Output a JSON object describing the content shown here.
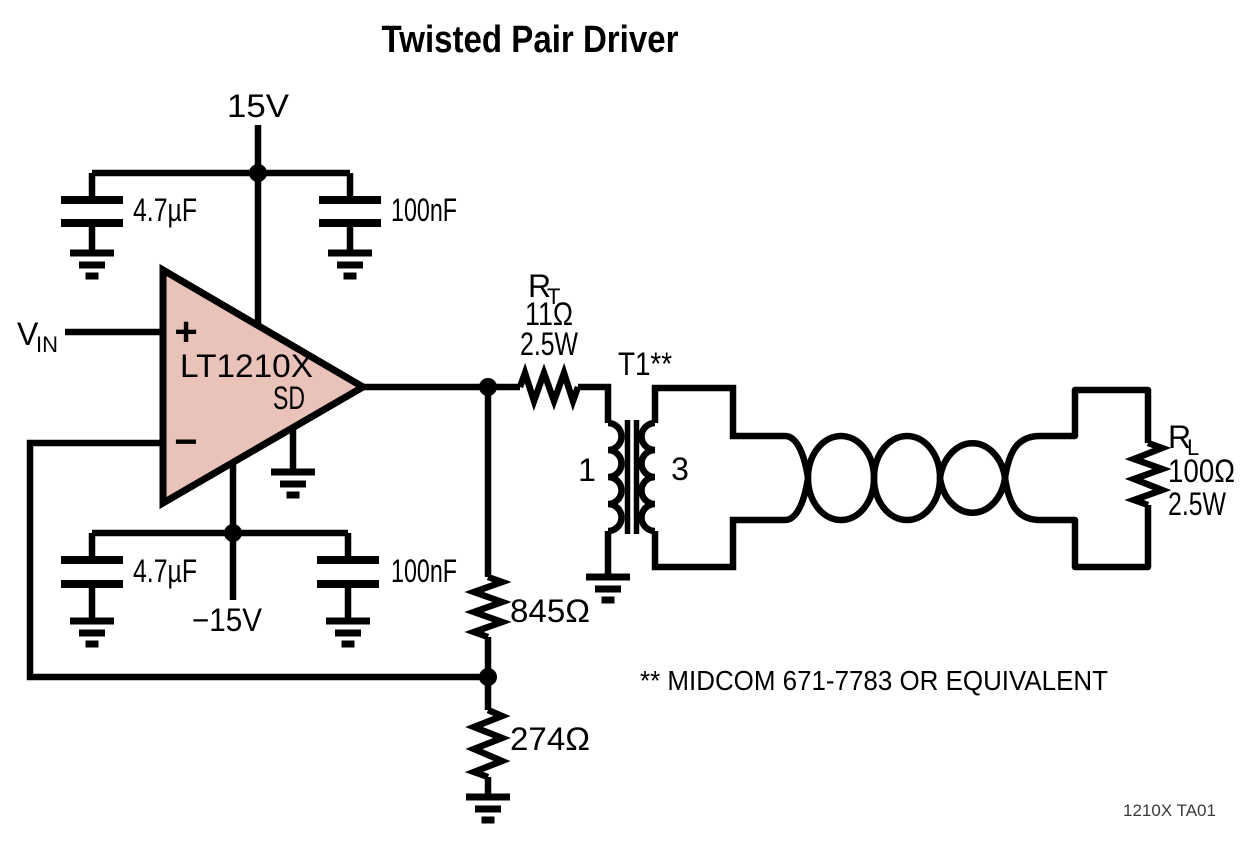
{
  "title": "Twisted Pair Driver",
  "colors": {
    "opamp_fill": "#e9c3ba",
    "line": "#000000"
  },
  "power": {
    "vplus": "15V",
    "vminus": "−15V"
  },
  "capacitors": {
    "c1": "4.7µF",
    "c2": "100nF",
    "c3": "4.7µF",
    "c4": "100nF"
  },
  "input": {
    "base": "V",
    "sub": "IN"
  },
  "opamp": {
    "part": "LT1210X",
    "shutdown": "SD",
    "plus": "+",
    "minus": "−"
  },
  "rt": {
    "base": "R",
    "sub": "T",
    "value": "11Ω",
    "power": "2.5W"
  },
  "transformer": {
    "name": "T1**",
    "primary_turns": "1",
    "secondary_turns": "3"
  },
  "feedback": {
    "rf": "845Ω",
    "rg": "274Ω"
  },
  "load": {
    "base": "R",
    "sub": "L",
    "value": "100Ω",
    "power": "2.5W"
  },
  "note": "** MIDCOM 671-7783 OR EQUIVALENT",
  "figure_id": "1210X TA01"
}
